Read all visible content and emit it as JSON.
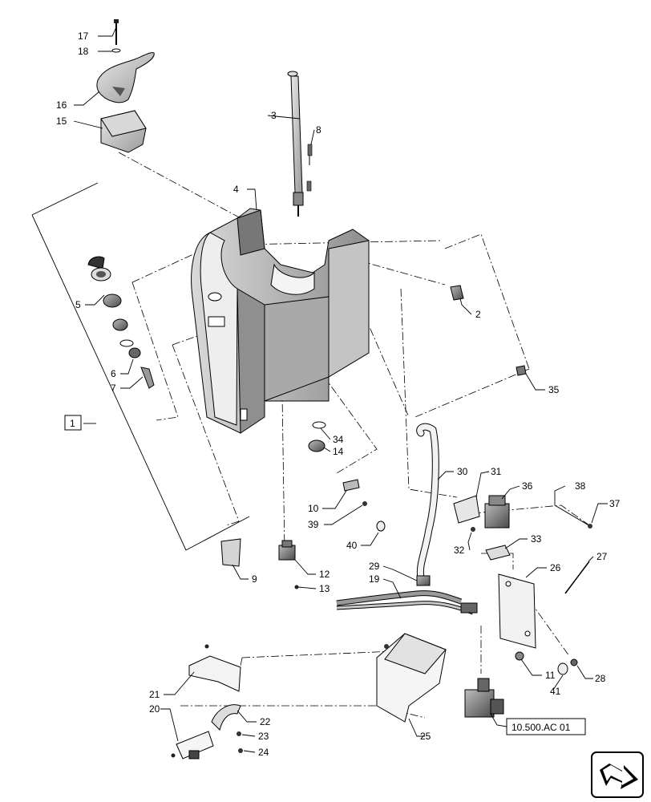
{
  "labels": {
    "l1": "1",
    "l2": "2",
    "l3": "3",
    "l4": "4",
    "l5": "5",
    "l6": "6",
    "l7": "7",
    "l8": "8",
    "l9": "9",
    "l10": "10",
    "l11": "11",
    "l12": "12",
    "l13": "13",
    "l14": "14",
    "l15": "15",
    "l16": "16",
    "l17": "17",
    "l18": "18",
    "l19": "19",
    "l20": "20",
    "l21": "21",
    "l22": "22",
    "l23": "23",
    "l24": "24",
    "l25": "25",
    "l26": "26",
    "l27": "27",
    "l28": "28",
    "l29": "29",
    "l30": "30",
    "l31": "31",
    "l32": "32",
    "l33": "33",
    "l34": "34",
    "l35": "35",
    "l36": "36",
    "l37": "37",
    "l38": "38",
    "l39": "39",
    "l40": "40",
    "l41": "41"
  },
  "reference": {
    "text": "10.500.AC 01"
  },
  "icons": {
    "nav": "next-page-arrow-icon"
  }
}
